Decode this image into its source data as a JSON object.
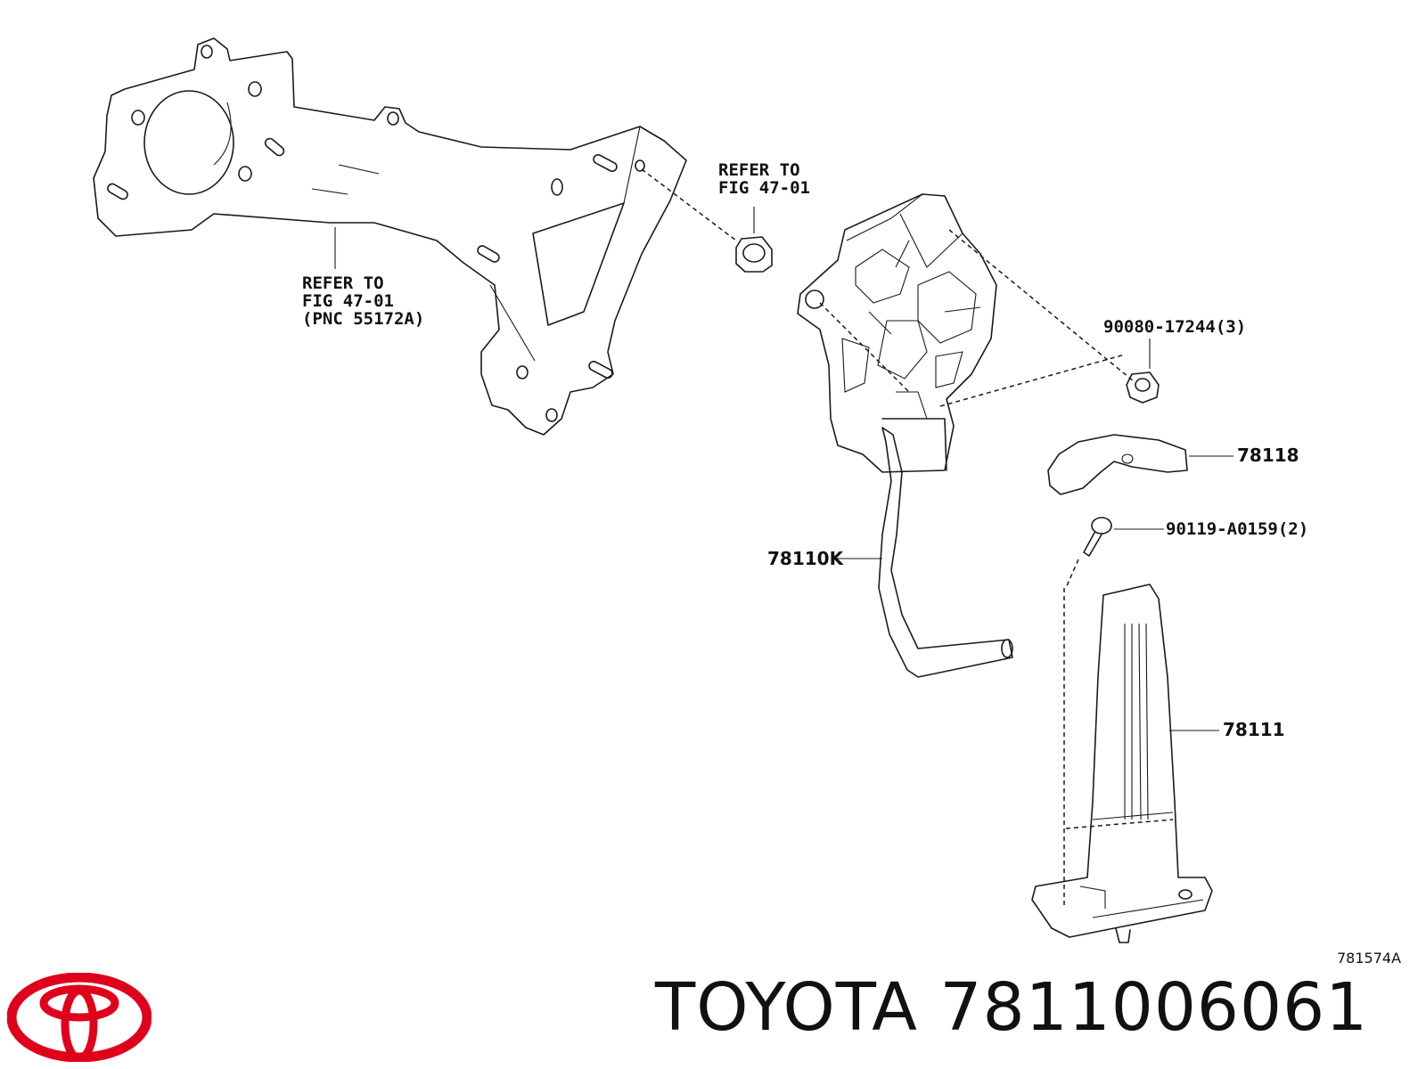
{
  "labels": {
    "refer_bracket": [
      "REFER TO",
      "FIG 47-01",
      "(PNC 55172A)"
    ],
    "refer_bushing": [
      "REFER TO",
      "FIG 47-01"
    ],
    "nut": "90080-17244(3)",
    "cover": "78118",
    "screw": "90119-A0159(2)",
    "pedal_assy": "78110K",
    "pad": "78111",
    "illustration_id": "781574A"
  },
  "footer": {
    "brand": "TOYOTA",
    "part_number": "7811006061"
  },
  "colors": {
    "logo": "#e0001b",
    "line": "#1a1a1a"
  },
  "icons": {
    "logo": "toyota-logo-icon"
  }
}
